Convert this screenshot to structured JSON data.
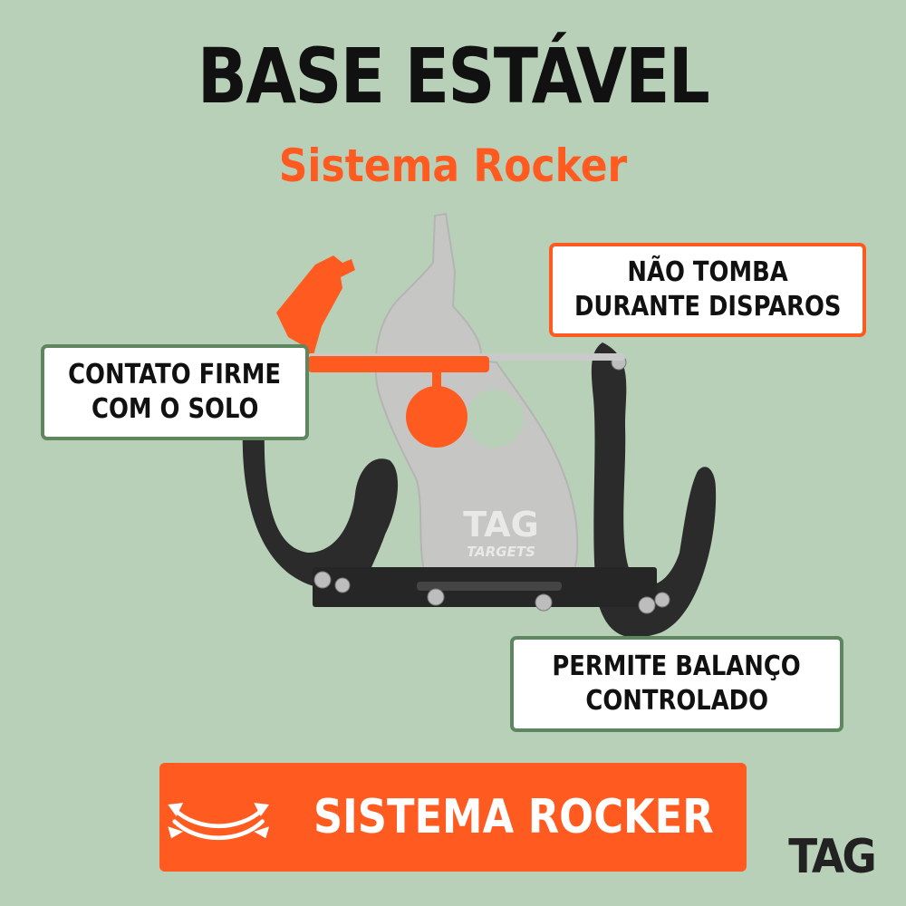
{
  "header": {
    "title": "BASE ESTÁVEL",
    "subtitle": "Sistema Rocker"
  },
  "callouts": {
    "top": {
      "line1": "NÃO TOMBA",
      "line2": "DURANTE DISPAROS"
    },
    "left": {
      "line1": "CONTATO FIRME",
      "line2": "COM O SOLO"
    },
    "bottom": {
      "line1": "PERMITE BALANÇO",
      "line2": "CONTROLADO"
    }
  },
  "product": {
    "plate_logo_line1": "TAG",
    "plate_logo_line2": "TARGETS"
  },
  "cta": {
    "label": "SISTEMA ROCKER",
    "icon": "rocker-arrows-icon"
  },
  "brand": {
    "logo": "TAG"
  },
  "colors": {
    "background": "#b9d0b8",
    "accent": "#ff5a1f",
    "green_border": "#5e8760",
    "text": "#111111"
  }
}
